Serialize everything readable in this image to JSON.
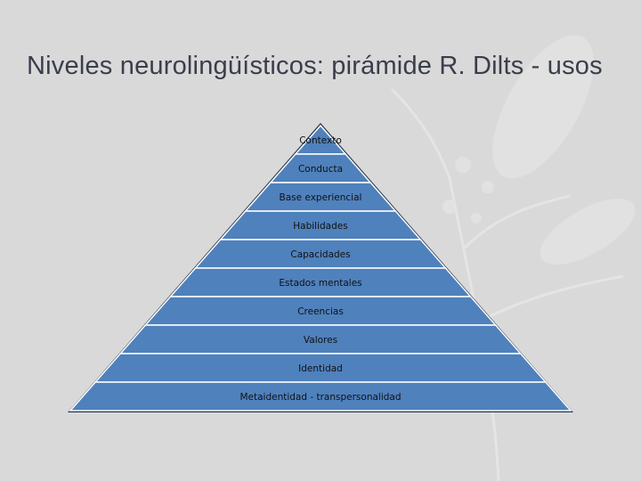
{
  "slide": {
    "title": "Niveles neurolingüísticos: pirámide R. Dilts - usos"
  },
  "pyramid": {
    "levels": [
      "Contexto",
      "Conducta",
      "Base experiencial",
      "Habilidades",
      "Capacidades",
      "Estados mentales",
      "Creencias",
      "Valores",
      "Identidad",
      "Metaidentidad - transpersonalidad"
    ]
  },
  "colors": {
    "background": "#d9d9d9",
    "level_fill": "#4f81bd",
    "level_edge": "#ffffff",
    "outline": "#23324a",
    "title": "#3a3e4a"
  }
}
